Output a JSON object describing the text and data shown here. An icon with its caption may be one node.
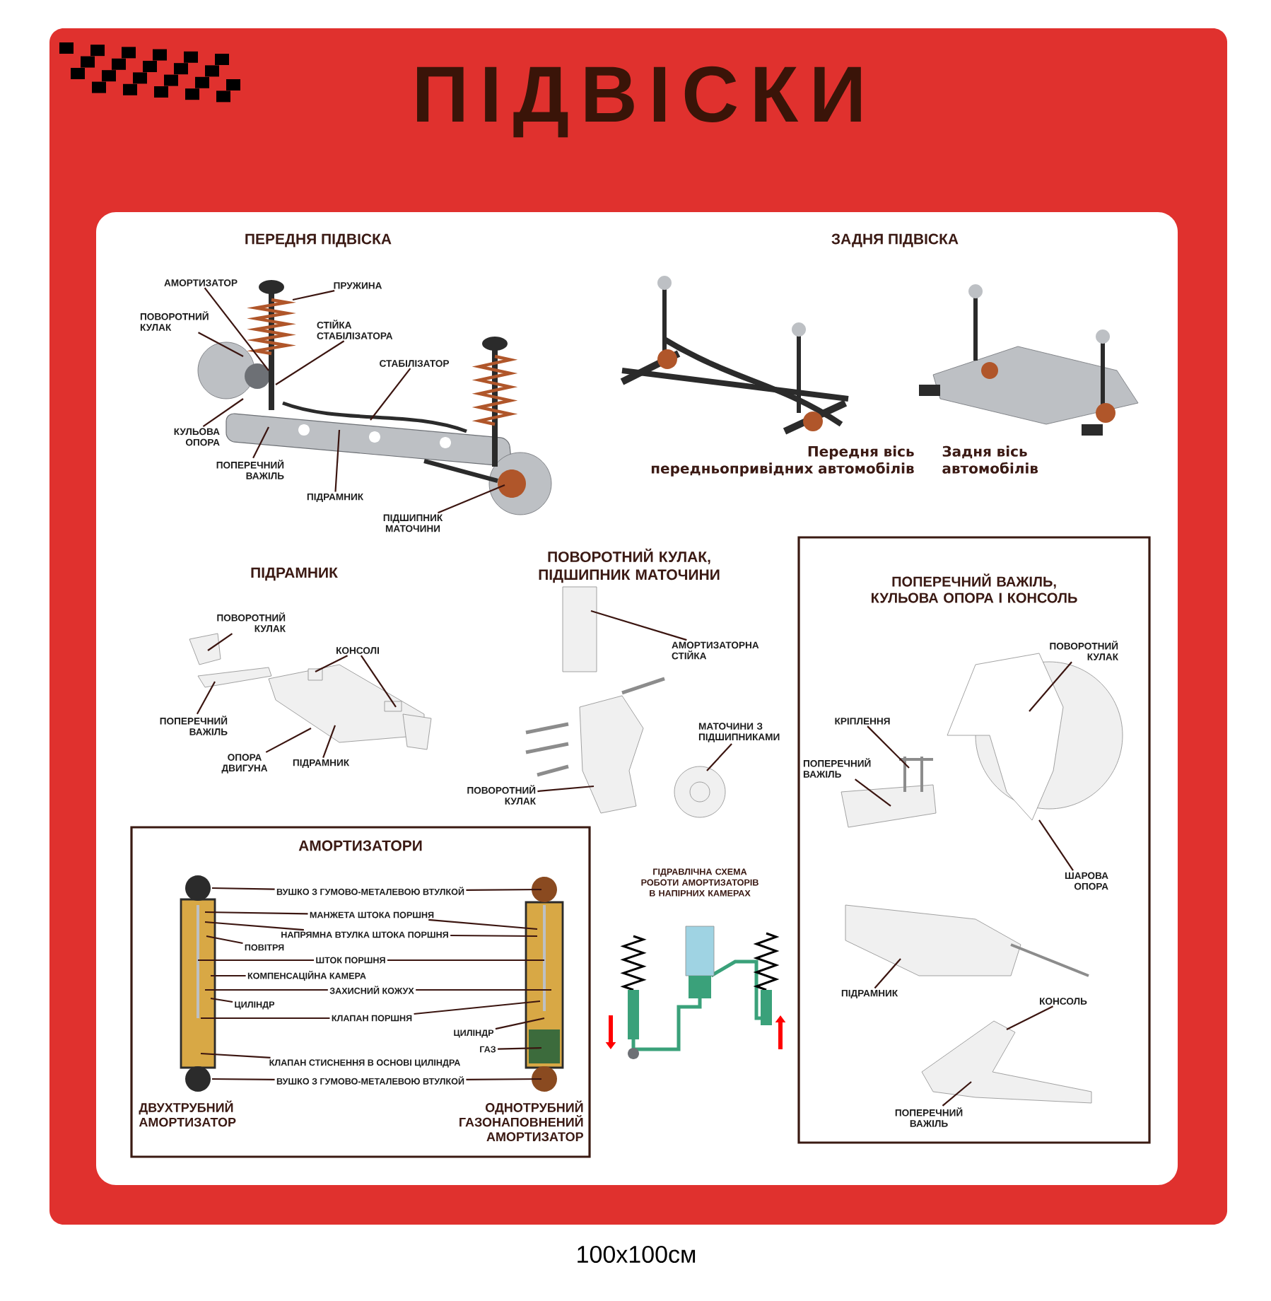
{
  "diagram": {
    "title": "ПІДВІСКИ",
    "caption": "100x100см",
    "nodes": [
      {
        "text": [
          "АМОРТИЗАТОР"
        ]
      },
      {
        "text": [
          "ПРУЖИНА"
        ]
      },
      {
        "text": [
          "ПОВОРОТНИЙ КУЛАК"
        ]
      },
      {
        "text": [
          "СТІЙКА СТАБІЛІЗАТОРА"
        ]
      },
      {
        "text": [
          "СТАБІЛІЗАТОР"
        ]
      },
      {
        "text": [
          "КУЛЬОВА ОПОРА"
        ]
      },
      {
        "text": [
          "ПОПЕРЕЧНИЙ ВАЖІЛЬ"
        ]
      },
      {
        "text": [
          "ПІДРАМНИК"
        ]
      },
      {
        "text": [
          "ПІДШИПНИК МАТОЧИНИ"
        ]
      },
      {
        "text": [
          "ПОВОРОТНИЙ КУЛАК"
        ]
      },
      {
        "text": [
          "КОНСОЛІ"
        ]
      },
      {
        "text": [
          "ПОПЕРЕЧНИЙ ВАЖІЛЬ"
        ]
      },
      {
        "text": [
          "ОПОРА ДВИГУНА"
        ]
      },
      {
        "text": [
          "ПІДРАМНИК"
        ]
      },
      {
        "text": [
          "АМОРТИЗАТОРНА СТІЙКА"
        ]
      },
      {
        "text": [
          "МАТОЧИНИ З ПІДШИПНИКАМИ"
        ]
      },
      {
        "text": [
          "ПОВОРОТНИЙ КУЛАК"
        ]
      },
      {
        "text": [
          "ПОПЕРЕЧНИЙ ВАЖІЛЬ, КУЛЬОВА ОПОРА І КОНСОЛЬ"
        ]
      },
      {
        "text": [
          "ПОВОРОТНИЙ КУЛАК"
        ],
        "in": 17
      },
      {
        "text": [
          "КРІПЛЕННЯ"
        ],
        "in": 17
      },
      {
        "text": [
          "ПОПЕРЕЧНИЙ ВАЖІЛЬ"
        ],
        "in": 17
      },
      {
        "text": [
          "ШАРОВА ОПОРА"
        ],
        "in": 17
      },
      {
        "text": [
          "ПІДРАМНИК"
        ],
        "in": 17
      },
      {
        "text": [
          "КОНСОЛЬ"
        ],
        "in": 17
      },
      {
        "text": [
          "ПОПЕРЕЧНИЙ ВАЖІЛЬ"
        ],
        "in": 17
      },
      {
        "text": [
          "АМОРТИЗАТОРИ",
          "ДВУХТРУБНИЙ АМОРТИЗАТОР",
          "ОДНОТРУБНИЙ ГАЗОНАПОВНЕНИЙ АМОРТИЗАТОР"
        ]
      },
      {
        "text": [
          "ВУШКО З ГУМОВО-МЕТАЛЕВОЮ ВТУЛКОЙ"
        ],
        "in": 25
      },
      {
        "text": [
          "МАНЖЕТА ШТОКА ПОРШНЯ"
        ],
        "in": 25
      },
      {
        "text": [
          "НАПРЯМНА ВТУЛКА ШТОКА ПОРШНЯ"
        ],
        "in": 25
      },
      {
        "text": [
          "ПОВІТРЯ"
        ],
        "in": 25
      },
      {
        "text": [
          "ШТОК ПОРШНЯ"
        ],
        "in": 25
      },
      {
        "text": [
          "КОМПЕНСАЦІЙНА КАМЕРА"
        ],
        "in": 25
      },
      {
        "text": [
          "ЗАХИСНИЙ КОЖУХ"
        ],
        "in": 25
      },
      {
        "text": [
          "ЦИЛІНДР"
        ],
        "in": 25
      },
      {
        "text": [
          "КЛАПАН ПОРШНЯ"
        ],
        "in": 25
      },
      {
        "text": [
          "ЦИЛІНДР"
        ],
        "in": 25
      },
      {
        "text": [
          "ГАЗ"
        ],
        "in": 25
      },
      {
        "text": [
          "КЛАПАН СТИСНЕННЯ В ОСНОВІ ЦИЛІНДРА"
        ],
        "in": 25
      },
      {
        "text": [
          "ВУШКО З ГУМОВО-МЕТАЛЕВОЮ ВТУЛКОЙ"
        ],
        "in": 25
      }
    ],
    "edges": [
      {
        "from": 0,
        "to": null,
        "arrow": "none"
      },
      {
        "from": 1,
        "to": null,
        "arrow": "none"
      },
      {
        "from": 2,
        "to": null,
        "arrow": "none"
      },
      {
        "from": 3,
        "to": null,
        "arrow": "none"
      },
      {
        "from": 4,
        "to": null,
        "arrow": "none"
      },
      {
        "from": 5,
        "to": null,
        "arrow": "none"
      },
      {
        "from": 6,
        "to": null,
        "arrow": "none"
      },
      {
        "from": 7,
        "to": null,
        "arrow": "none"
      },
      {
        "from": 8,
        "to": null,
        "arrow": "none"
      },
      {
        "from": 9,
        "to": null,
        "arrow": "none"
      },
      {
        "from": 10,
        "to": null,
        "arrow": "none"
      },
      {
        "from": 10,
        "to": null,
        "arrow": "none"
      },
      {
        "from": 11,
        "to": null,
        "arrow": "none"
      },
      {
        "from": 12,
        "to": null,
        "arrow": "none"
      },
      {
        "from": 13,
        "to": null,
        "arrow": "none"
      },
      {
        "from": 14,
        "to": null,
        "arrow": "none"
      },
      {
        "from": 15,
        "to": null,
        "arrow": "none"
      },
      {
        "from": 16,
        "to": null,
        "arrow": "none"
      },
      {
        "from": 18,
        "to": null,
        "arrow": "none"
      },
      {
        "from": 19,
        "to": null,
        "arrow": "none"
      },
      {
        "from": 20,
        "to": null,
        "arrow": "none"
      },
      {
        "from": 21,
        "to": null,
        "arrow": "none"
      },
      {
        "from": 22,
        "to": null,
        "arrow": "none"
      },
      {
        "from": 23,
        "to": null,
        "arrow": "none"
      },
      {
        "from": 24,
        "to": null,
        "arrow": "none"
      },
      {
        "from": 26,
        "to": null,
        "arrow": "none"
      },
      {
        "from": 26,
        "to": null,
        "arrow": "none"
      },
      {
        "from": 27,
        "to": null,
        "arrow": "none"
      },
      {
        "from": 27,
        "to": null,
        "arrow": "none"
      },
      {
        "from": 28,
        "to": null,
        "arrow": "none"
      },
      {
        "from": 28,
        "to": null,
        "arrow": "none"
      },
      {
        "from": 29,
        "to": null,
        "arrow": "none"
      },
      {
        "from": 30,
        "to": null,
        "arrow": "none"
      },
      {
        "from": 30,
        "to": null,
        "arrow": "none"
      },
      {
        "from": 31,
        "to": null,
        "arrow": "none"
      },
      {
        "from": 32,
        "to": null,
        "arrow": "none"
      },
      {
        "from": 32,
        "to": null,
        "arrow": "none"
      },
      {
        "from": 33,
        "to": null,
        "arrow": "none"
      },
      {
        "from": 34,
        "to": null,
        "arrow": "none"
      },
      {
        "from": 34,
        "to": null,
        "arrow": "none"
      },
      {
        "from": 35,
        "to": null,
        "arrow": "none"
      },
      {
        "from": 36,
        "to": null,
        "arrow": "none"
      },
      {
        "from": 37,
        "to": null,
        "arrow": "none"
      },
      {
        "from": 38,
        "to": null,
        "arrow": "none"
      },
      {
        "from": 38,
        "to": null,
        "arrow": "none"
      }
    ],
    "labels": [
      "ПЕРЕДНЯ ПІДВІСКА",
      "ЗАДНЯ ПІДВІСКА",
      "Передня вісь передньопривідних автомобілів",
      "Задня вісь автомобілів",
      "ПІДРАМНИК",
      "ПОВОРОТНИЙ КУЛАК, ПІДШИПНИК МАТОЧИНИ",
      "ГІДРАВЛІЧНА СХЕМА РОБОТИ АМОРТИЗАТОРІВ В НАПІРНИХ КАМЕРАХ"
    ]
  }
}
